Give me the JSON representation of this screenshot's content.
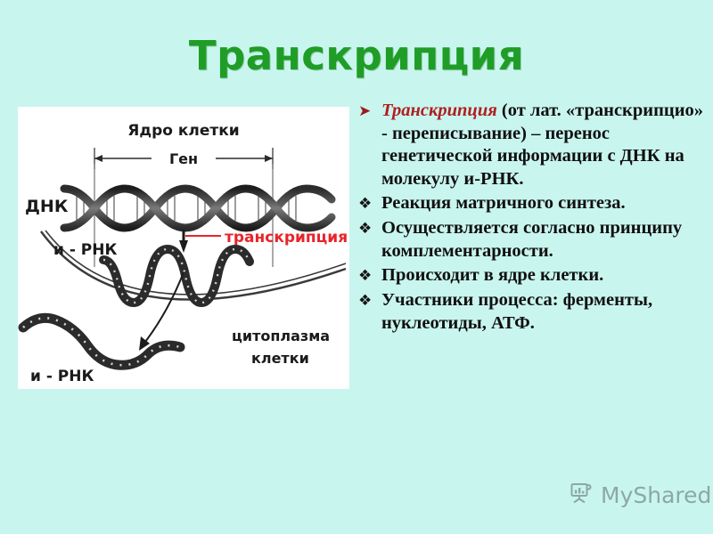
{
  "slide": {
    "background_color": "#c9f5ef",
    "title": "Транскрипция",
    "title_color": "#1f9d26"
  },
  "figure": {
    "panel_background": "#ffffff",
    "labels": {
      "nucleus": "Ядро клетки",
      "gene": "Ген",
      "dna": "ДНК",
      "transcription": "транскрипция",
      "mrna_nucleus": "и - РНК",
      "mrna_cytoplasm": "и - РНК",
      "cytoplasm_line1": "цитоплазма",
      "cytoplasm_line2": "клетки"
    },
    "transcription_label_color": "#e8242a"
  },
  "bullets": [
    {
      "marker": "arrow",
      "marker_glyph": "➤",
      "marker_color": "#9e1b1b",
      "lead": "Транскрипция",
      "lead_color": "#b01f1f",
      "text": " (от лат. «транскрипцио» - переписывание) – перенос генетической информации с ДНК на молекулу и-РНК."
    },
    {
      "marker": "diamond",
      "marker_glyph": "❖",
      "marker_color": "#141414",
      "lead": "",
      "text": "Реакция матричного синтеза."
    },
    {
      "marker": "diamond",
      "marker_glyph": "❖",
      "marker_color": "#141414",
      "lead": "",
      "text": "Осуществляется согласно принципу комплементарности."
    },
    {
      "marker": "diamond",
      "marker_glyph": "❖",
      "marker_color": "#141414",
      "lead": "",
      "text": "Происходит в ядре клетки."
    },
    {
      "marker": "diamond",
      "marker_glyph": "❖",
      "marker_color": "#141414",
      "lead": "",
      "text": "Участники процесса: ферменты, нуклеотиды, АТФ."
    }
  ],
  "watermark": {
    "label": "MyShared",
    "icon": "presentation-board-icon",
    "color": "#5d6a66"
  }
}
